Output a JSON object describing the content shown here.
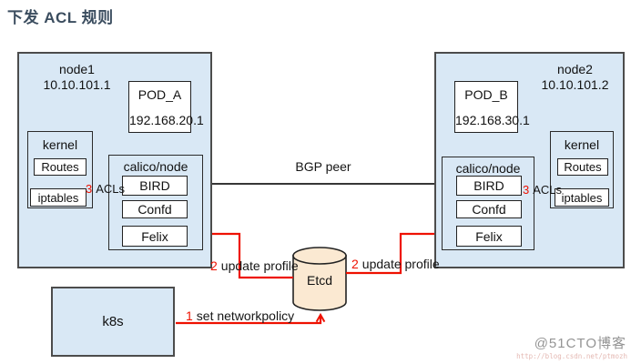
{
  "page": {
    "title": "下发 ACL 规则"
  },
  "node1": {
    "name": "node1",
    "ip": "10.10.101.1",
    "pod": {
      "name": "POD_A",
      "ip": "192.168.20.1"
    },
    "kernel": {
      "label": "kernel",
      "routes": "Routes",
      "iptables": "iptables"
    },
    "calico": {
      "label": "calico/node",
      "bird": "BIRD",
      "confd": "Confd",
      "felix": "Felix"
    }
  },
  "node2": {
    "name": "node2",
    "ip": "10.10.101.2",
    "pod": {
      "name": "POD_B",
      "ip": "192.168.30.1"
    },
    "kernel": {
      "label": "kernel",
      "routes": "Routes",
      "iptables": "iptables"
    },
    "calico": {
      "label": "calico/node",
      "bird": "BIRD",
      "confd": "Confd",
      "felix": "Felix"
    }
  },
  "middle": {
    "etcd": "Etcd",
    "k8s": "k8s",
    "bgp_peer": "BGP peer"
  },
  "flows": {
    "step1": {
      "num": "1",
      "label": "set networkpolicy"
    },
    "step2_left": {
      "num": "2",
      "label": "update profile"
    },
    "step2_right": {
      "num": "2",
      "label": "update profile"
    },
    "step3_left": {
      "num": "3",
      "label": "ACLs"
    },
    "step3_right": {
      "num": "3",
      "label": "ACLs"
    }
  },
  "watermark": {
    "brand": "@51CTO博客",
    "url": "http://blog.csdn.net/ptmozh"
  },
  "colors": {
    "node_fill": "#d9e8f5",
    "etcd_fill": "#fbe9d2",
    "red": "#ee1100",
    "line": "#1a1a1a",
    "title": "#3b4d5f"
  }
}
